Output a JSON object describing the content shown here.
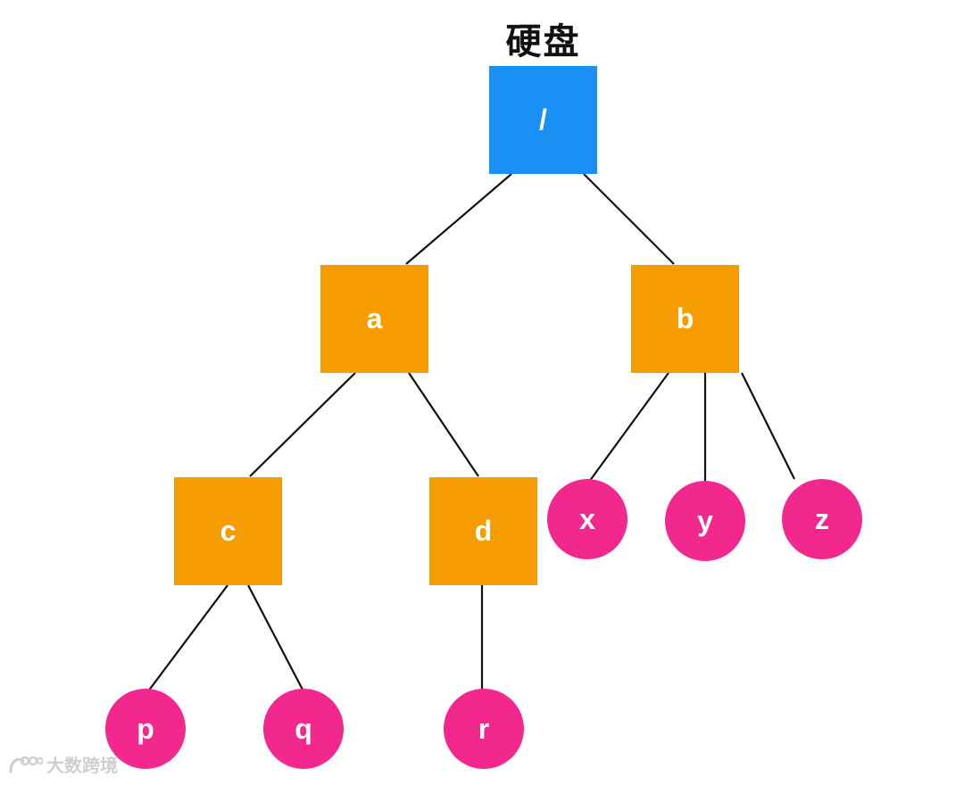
{
  "title": "硬盘",
  "colors": {
    "root": "#1a90f5",
    "directory": "#f59c00",
    "file": "#f2288e",
    "edge": "#111111"
  },
  "nodes": {
    "root": {
      "label": "/",
      "kind": "root"
    },
    "a": {
      "label": "a",
      "kind": "directory"
    },
    "b": {
      "label": "b",
      "kind": "directory"
    },
    "c": {
      "label": "c",
      "kind": "directory"
    },
    "d": {
      "label": "d",
      "kind": "directory"
    },
    "p": {
      "label": "p",
      "kind": "file"
    },
    "q": {
      "label": "q",
      "kind": "file"
    },
    "r": {
      "label": "r",
      "kind": "file"
    },
    "x": {
      "label": "x",
      "kind": "file"
    },
    "y": {
      "label": "y",
      "kind": "file"
    },
    "z": {
      "label": "z",
      "kind": "file"
    }
  },
  "edges": [
    [
      "root",
      "a"
    ],
    [
      "root",
      "b"
    ],
    [
      "a",
      "c"
    ],
    [
      "a",
      "d"
    ],
    [
      "c",
      "p"
    ],
    [
      "c",
      "q"
    ],
    [
      "d",
      "r"
    ],
    [
      "b",
      "x"
    ],
    [
      "b",
      "y"
    ],
    [
      "b",
      "z"
    ]
  ],
  "watermark": {
    "text": "大数跨境",
    "icon": "logo-icon"
  }
}
